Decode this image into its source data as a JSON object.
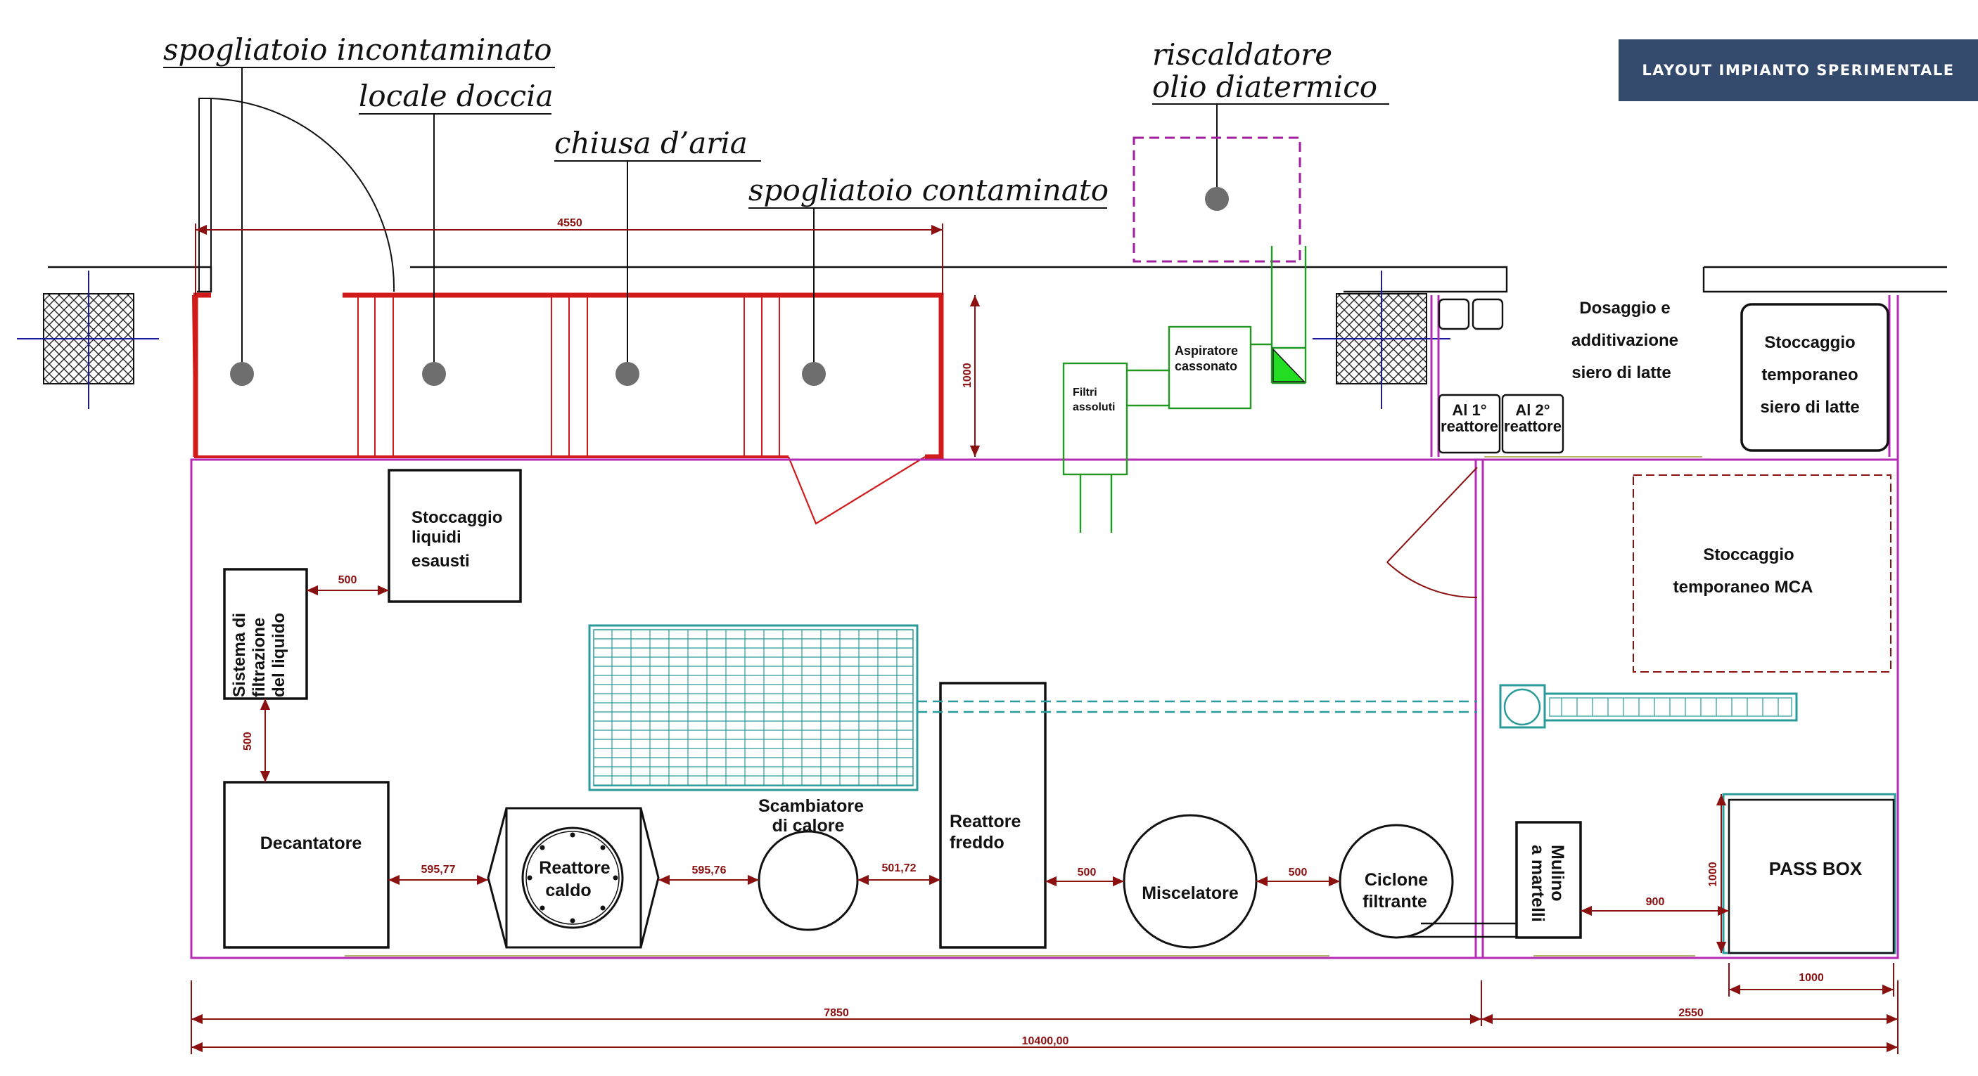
{
  "title": "LAYOUT IMPIANTO SPERIMENTALE",
  "callouts": {
    "spogliatoio_incontaminato": "spogliatoio  incontaminato",
    "locale_doccia": "locale  doccia",
    "chiusa_aria": "chiusa  d’aria",
    "spogliatoio_contaminato": "spogliatoio  contaminato",
    "riscaldatore_1": "riscaldatore",
    "riscaldatore_2": "olio  diatermico"
  },
  "equipment": {
    "stoccaggio_liquidi": [
      "Stoccaggio",
      "liquidi",
      "esausti"
    ],
    "filtrazione": [
      "Sistema di",
      "filtrazione",
      "del liquido"
    ],
    "decantatore": "Decantatore",
    "reattore_caldo": [
      "Reattore",
      "caldo"
    ],
    "scambiatore": [
      "Scambiatore",
      "di calore"
    ],
    "reattore_freddo": [
      "Reattore",
      "freddo"
    ],
    "miscelatore": "Miscelatore",
    "ciclone": [
      "Ciclone",
      "filtrante"
    ],
    "mulino": [
      "Mulino",
      "a martelli"
    ],
    "pass_box": "PASS BOX",
    "filtri_assoluti": [
      "Filtri",
      "assoluti"
    ],
    "aspiratore": [
      "Aspiratore",
      "cassonato"
    ],
    "dosaggio": [
      "Dosaggio e",
      "additivazione",
      "siero di latte"
    ],
    "stoccaggio_siero": [
      "Stoccaggio",
      "temporaneo",
      "siero di latte"
    ],
    "al_1_reattore": [
      "Al 1°",
      "reattore"
    ],
    "al_2_reattore": [
      "Al 2°",
      "reattore"
    ],
    "stoccaggio_mca": [
      "Stoccaggio",
      "temporaneo MCA"
    ]
  },
  "dimensions": {
    "d4550": "4550",
    "d1000_a": "1000",
    "d500_a": "500",
    "d500_b": "500",
    "d595_a": "595,77",
    "d595_b": "595,76",
    "d501": "501,72",
    "d500_c": "500",
    "d500_d": "500",
    "d900": "900",
    "d1000_b": "1000",
    "d1000_c": "1000",
    "d7850": "7850",
    "d2550": "2550",
    "d10400": "10400,00"
  },
  "colors": {
    "badge": "#344a6c",
    "dimension": "#8b1010",
    "wall_red": "#d11a1a",
    "wall_magenta": "#b42bb4",
    "conveyor_teal": "#2a9a9a",
    "duct_green": "#1f9a1f",
    "callout_purple": "#a020a0"
  }
}
